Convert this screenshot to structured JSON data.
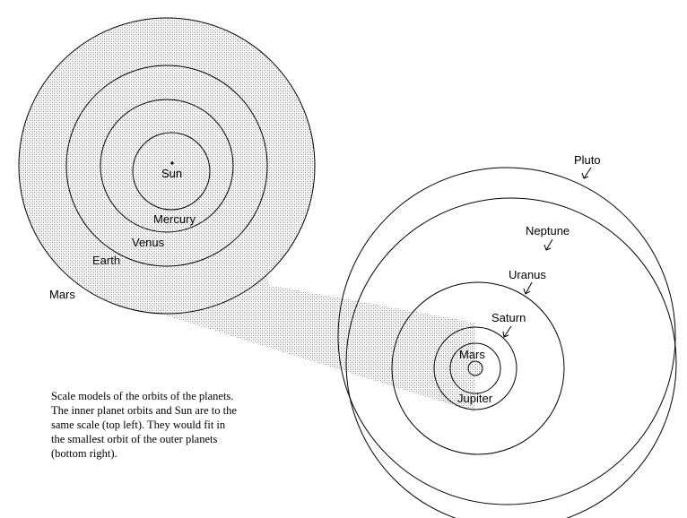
{
  "inner_system": {
    "center_label": "Sun",
    "orbits": [
      {
        "name": "Mercury"
      },
      {
        "name": "Venus"
      },
      {
        "name": "Earth"
      },
      {
        "name": "Mars"
      }
    ]
  },
  "outer_system": {
    "orbits": [
      {
        "name": "Mars"
      },
      {
        "name": "Jupiter"
      },
      {
        "name": "Saturn"
      },
      {
        "name": "Uranus"
      },
      {
        "name": "Neptune"
      },
      {
        "name": "Pluto"
      }
    ]
  },
  "caption": {
    "lines": [
      "Scale models of the orbits of the planets.",
      "The inner planet orbits and Sun are to the",
      "same scale (top left). They would fit in",
      "the smallest orbit of the outer planets",
      "(bottom right)."
    ]
  }
}
